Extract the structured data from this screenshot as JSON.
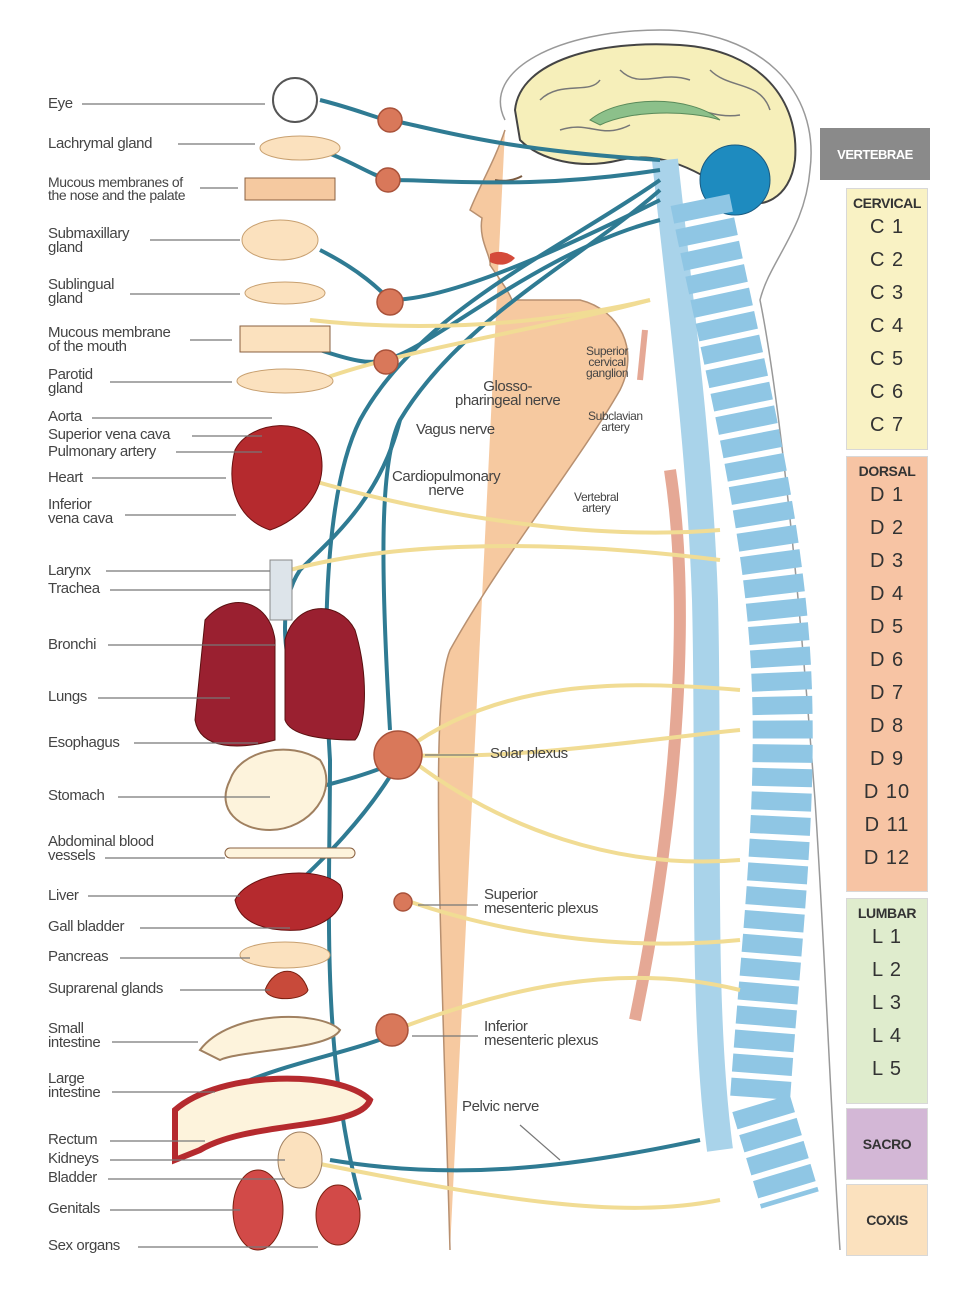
{
  "organ_labels": [
    {
      "lines": [
        "Eye"
      ]
    },
    {
      "lines": [
        "Lachrymal gland"
      ]
    },
    {
      "lines": [
        "Mucous membranes of",
        "the nose and the palate"
      ]
    },
    {
      "lines": [
        "Submaxillary",
        "gland"
      ]
    },
    {
      "lines": [
        "Sublingual",
        "gland"
      ]
    },
    {
      "lines": [
        "Mucous membrane",
        "of the mouth"
      ]
    },
    {
      "lines": [
        "Parotid",
        "gland"
      ]
    },
    {
      "lines": [
        "Aorta"
      ]
    },
    {
      "lines": [
        "Superior vena cava"
      ]
    },
    {
      "lines": [
        "Pulmonary artery"
      ]
    },
    {
      "lines": [
        "Heart"
      ]
    },
    {
      "lines": [
        "Inferior",
        "vena cava"
      ]
    },
    {
      "lines": [
        "Larynx"
      ]
    },
    {
      "lines": [
        "Trachea"
      ]
    },
    {
      "lines": [
        "Bronchi"
      ]
    },
    {
      "lines": [
        "Lungs"
      ]
    },
    {
      "lines": [
        "Esophagus"
      ]
    },
    {
      "lines": [
        "Stomach"
      ]
    },
    {
      "lines": [
        "Abdominal blood",
        "vessels"
      ]
    },
    {
      "lines": [
        "Liver"
      ]
    },
    {
      "lines": [
        "Gall bladder"
      ]
    },
    {
      "lines": [
        "Pancreas"
      ]
    },
    {
      "lines": [
        "Suprarenal glands"
      ]
    },
    {
      "lines": [
        "Small",
        "intestine"
      ]
    },
    {
      "lines": [
        "Large",
        "intestine"
      ]
    },
    {
      "lines": [
        "Rectum"
      ]
    },
    {
      "lines": [
        "Kidneys"
      ]
    },
    {
      "lines": [
        "Bladder"
      ]
    },
    {
      "lines": [
        "Genitals"
      ]
    },
    {
      "lines": [
        "Sex organs"
      ]
    }
  ],
  "annotations": [
    {
      "lines": [
        "Glosso-",
        "pharingeal nerve"
      ]
    },
    {
      "lines": [
        "Vagus nerve"
      ]
    },
    {
      "lines": [
        "Cardiopulmonary",
        "nerve"
      ]
    },
    {
      "lines": [
        "Superior",
        "cervical",
        "ganglion"
      ]
    },
    {
      "lines": [
        "Subclavian",
        "artery"
      ]
    },
    {
      "lines": [
        "Vertebral",
        "artery"
      ]
    },
    {
      "lines": [
        "Solar plexus"
      ]
    },
    {
      "lines": [
        "Superior",
        "mesenteric plexus"
      ]
    },
    {
      "lines": [
        "Inferior",
        "mesenteric plexus"
      ]
    },
    {
      "lines": [
        "Pelvic nerve"
      ]
    }
  ],
  "vertebrae": {
    "header": "VERTEBRAE",
    "sections": [
      {
        "title": "CERVICAL",
        "color": "#f9f2c4",
        "items": [
          "C 1",
          "C 2",
          "C 3",
          "C 4",
          "C 5",
          "C 6",
          "C 7"
        ]
      },
      {
        "title": "DORSAL",
        "color": "#f7c4a4",
        "items": [
          "D 1",
          "D 2",
          "D 3",
          "D 4",
          "D 5",
          "D 6",
          "D 7",
          "D 8",
          "D 9",
          "D 10",
          "D 11",
          "D 12"
        ]
      },
      {
        "title": "LUMBAR",
        "color": "#dfeccd",
        "items": [
          "L 1",
          "L 2",
          "L 3",
          "L 4",
          "L 5"
        ]
      },
      {
        "title": "SACRO",
        "color": "#d3b7d6",
        "items": []
      },
      {
        "title": "COXIS",
        "color": "#fbe1be",
        "items": []
      }
    ]
  },
  "colors": {
    "nerve": "#2f7b93",
    "sympathetic_nerve": "#f1dc94",
    "ganglion": "#d9785a",
    "spine": "#a9d3ea",
    "brain": "#f6efba",
    "skin": "#f6c9a0",
    "organ_red": "#b52a2e"
  }
}
